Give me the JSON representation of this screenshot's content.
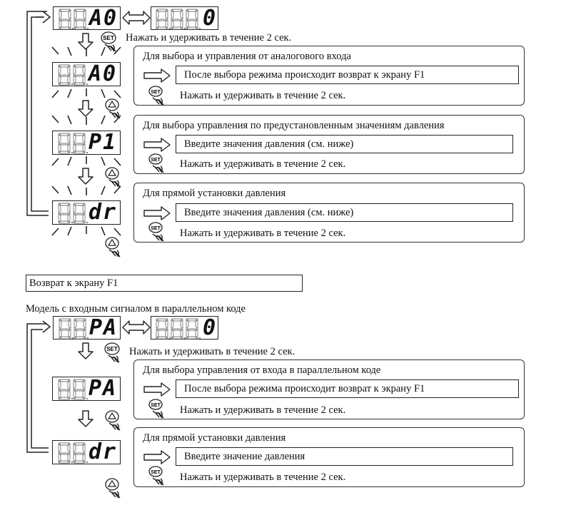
{
  "section1": {
    "top_display": "A0",
    "right_display": "0",
    "hold_set": "Нажать и удерживать в течение 2 сек.",
    "modes": [
      {
        "display": "A0",
        "title": "Для выбора и управления от аналогового входа",
        "inner": "После выбора режима происходит возврат к экрану F1",
        "hold": "Нажать и удерживать в течение 2 сек."
      },
      {
        "display": "P1",
        "title": "Для выбора управления по предустановленным значениям давления",
        "inner": "Введите значения давления (см. ниже)",
        "hold": "Нажать и удерживать в течение 2 сек."
      },
      {
        "display": "dr",
        "title": "Для прямой установки давления",
        "inner": "Введите значения давления (см. ниже)",
        "hold": "Нажать и удерживать в течение 2 сек."
      }
    ]
  },
  "return_box": "Возврат к экрану F1",
  "section2": {
    "heading": "Модель с входным сигналом в параллельном коде",
    "top_display": "PA",
    "right_display": "0",
    "hold_set": "Нажать и удерживать в течение 2 сек.",
    "modes": [
      {
        "display": "PA",
        "title": "Для выбора управления от входа в параллельном коде",
        "inner": "После выбора режима происходит возврат к экрану F1",
        "hold": "Нажать и удерживать в течение 2 сек."
      },
      {
        "display": "dr",
        "title": "Для прямой установки давления",
        "inner": "Введите значение давления",
        "hold": "Нажать и удерживать в течение 2 сек."
      }
    ]
  },
  "set_button_label": "SET",
  "up_button_label": "▲"
}
